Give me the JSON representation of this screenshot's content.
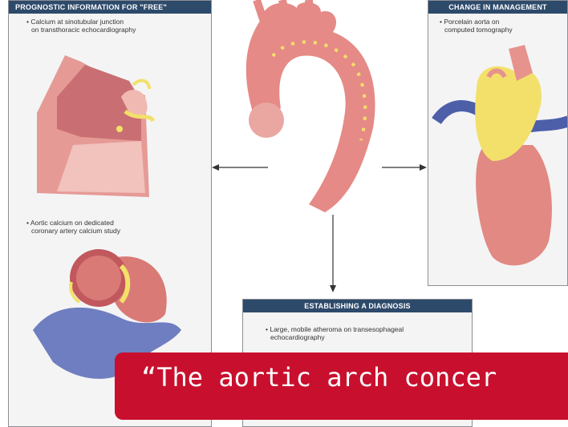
{
  "panels": {
    "prognostic": {
      "header": "PROGNOSTIC INFORMATION FOR \"FREE\"",
      "bullet1_line1": "• Calcium at sinotubular junction",
      "bullet1_line2": "on transthoracic echocardiography",
      "bullet2_line1": "• Aortic calcium on dedicated",
      "bullet2_line2": "coronary artery calcium study"
    },
    "management": {
      "header": "CHANGE IN MANAGEMENT",
      "bullet_line1": "• Porcelain aorta on",
      "bullet_line2": "computed tomography"
    },
    "diagnosis": {
      "header": "ESTABLISHING A DIAGNOSIS",
      "bullet_line1": "• Large, mobile atheroma on transesophageal",
      "bullet_line2": "echocardiography"
    }
  },
  "caption": {
    "text": "“The aortic arch concer"
  },
  "colors": {
    "header_bg": "#2d4a6b",
    "panel_bg": "#f4f4f5",
    "aorta": "#e58a86",
    "calcium": "#f3e06a",
    "vessel_blue": "#4d5fa8",
    "caption_bg": "#c8102e"
  }
}
